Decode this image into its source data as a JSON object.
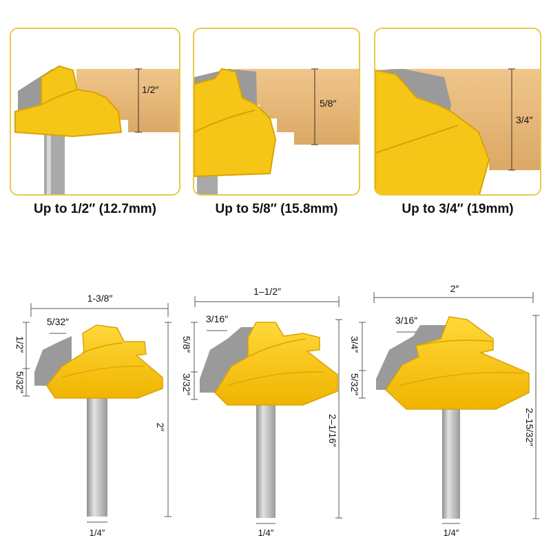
{
  "colors": {
    "frame": "#e9c84a",
    "bit_yellow": "#f5c518",
    "bit_dark": "#d9a300",
    "wood": "#e9b978",
    "carbide": "#8f8f8f",
    "shank": "#a9a9a9"
  },
  "panels": [
    {
      "thickness_label": "1/2″",
      "caption": "Up to 1/2″ (12.7mm)"
    },
    {
      "thickness_label": "5/8″",
      "caption": "Up to 5/8″ (15.8mm)"
    },
    {
      "thickness_label": "3/4″",
      "caption": "Up to 3/4″ (19mm)"
    }
  ],
  "bits": [
    {
      "width": "1-3/8″",
      "slot": "5/32″",
      "cut_height": "1/2″",
      "step": "5/32″",
      "total_height": "2″",
      "shank": "1/4″"
    },
    {
      "width": "1–1/2″",
      "slot": "3/16″",
      "cut_height": "5/8″",
      "step": "3/32″",
      "total_height": "2–1/16″",
      "shank": "1/4″"
    },
    {
      "width": "2″",
      "slot": "3/16″",
      "cut_height": "3/4″",
      "step": "5/32″",
      "total_height": "2–15/32″",
      "shank": "1/4″"
    }
  ]
}
